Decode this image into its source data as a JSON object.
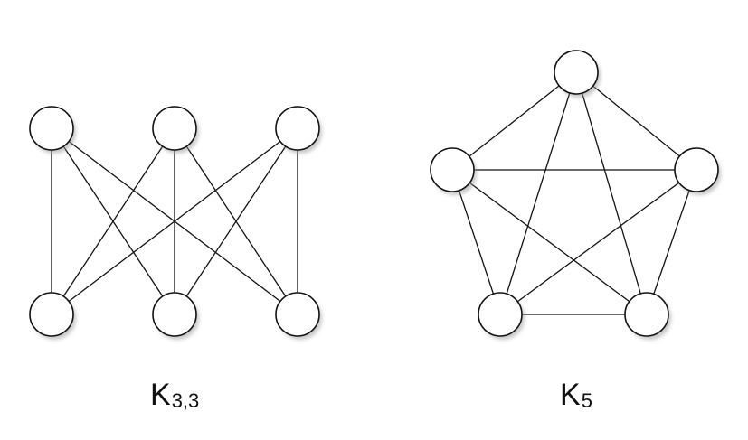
{
  "graphs": {
    "k33": {
      "label_main": "K",
      "label_sub": "3,3",
      "nodes": [
        "top-1",
        "top-2",
        "top-3",
        "bottom-1",
        "bottom-2",
        "bottom-3"
      ],
      "edges": [
        [
          "top-1",
          "bottom-1"
        ],
        [
          "top-1",
          "bottom-2"
        ],
        [
          "top-1",
          "bottom-3"
        ],
        [
          "top-2",
          "bottom-1"
        ],
        [
          "top-2",
          "bottom-2"
        ],
        [
          "top-2",
          "bottom-3"
        ],
        [
          "top-3",
          "bottom-1"
        ],
        [
          "top-3",
          "bottom-2"
        ],
        [
          "top-3",
          "bottom-3"
        ]
      ]
    },
    "k5": {
      "label_main": "K",
      "label_sub": "5",
      "nodes": [
        "top",
        "left",
        "right",
        "bottom-left",
        "bottom-right"
      ],
      "edges": [
        [
          "top",
          "left"
        ],
        [
          "top",
          "right"
        ],
        [
          "top",
          "bottom-left"
        ],
        [
          "top",
          "bottom-right"
        ],
        [
          "left",
          "right"
        ],
        [
          "left",
          "bottom-left"
        ],
        [
          "left",
          "bottom-right"
        ],
        [
          "right",
          "bottom-left"
        ],
        [
          "right",
          "bottom-right"
        ],
        [
          "bottom-left",
          "bottom-right"
        ]
      ]
    }
  },
  "colors": {
    "stroke": "#111111",
    "node_fill": "#ffffff",
    "shadow": "#9a9a9a",
    "background": "#ffffff"
  }
}
